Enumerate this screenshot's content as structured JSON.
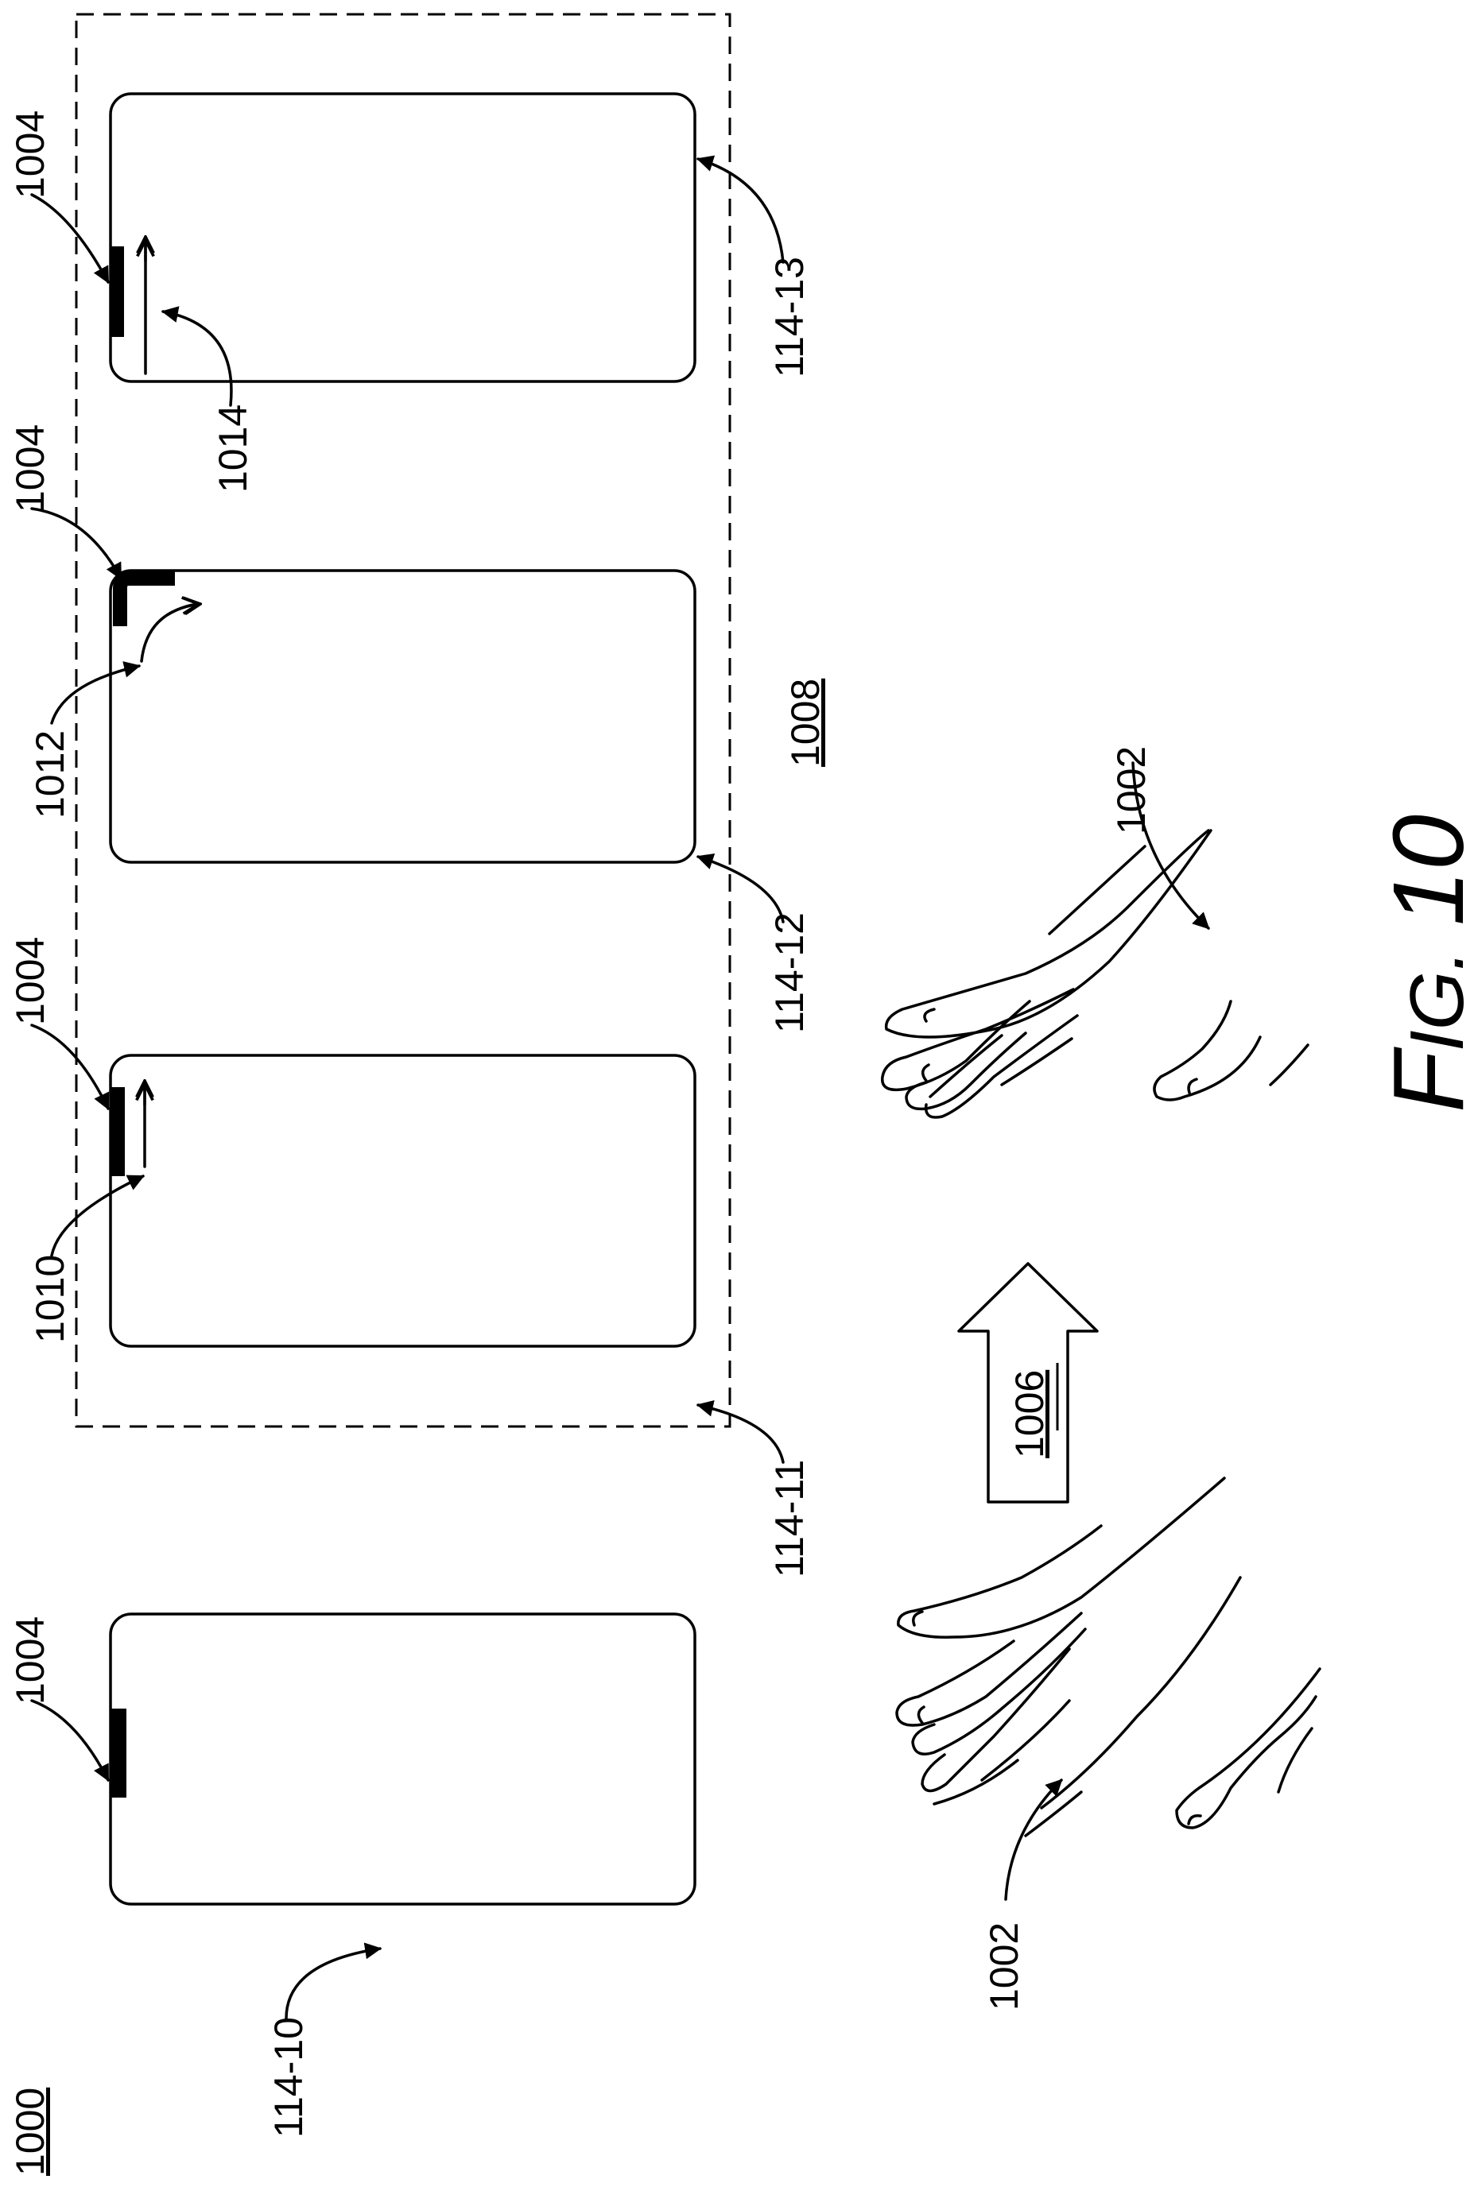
{
  "figure": {
    "number": "1000",
    "caption_prefix": "F",
    "caption_smallcaps": "IG.",
    "caption_number": "10"
  },
  "labels": {
    "device_10": "114-10",
    "device_11": "114-11",
    "device_12": "114-12",
    "device_13": "114-13",
    "sensor_a": "1004",
    "sensor_b": "1004",
    "sensor_c": "1004",
    "sensor_d": "1004",
    "hand_a": "1002",
    "hand_b": "1002",
    "motion": "1006",
    "group": "1008",
    "gesture_a": "1010",
    "gesture_b": "1012",
    "gesture_c": "1014"
  }
}
